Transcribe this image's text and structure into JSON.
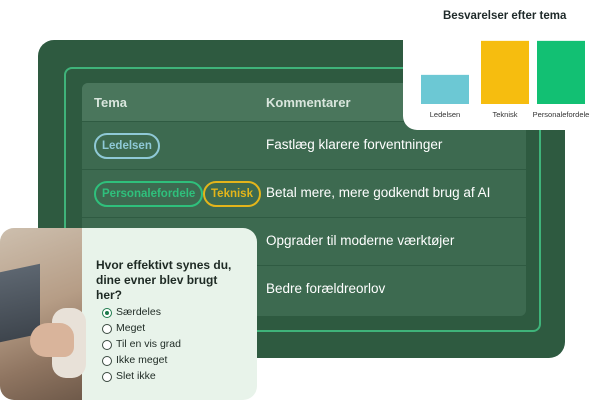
{
  "table": {
    "header_tema": "Tema",
    "header_kommentarer": "Kommentarer",
    "rows": [
      {
        "tags": [
          {
            "label": "Ledelsen",
            "color": "#8fc9d6"
          }
        ],
        "comment": "Fastlæg klarere forventninger"
      },
      {
        "tags": [
          {
            "label": "Personalefordele",
            "color": "#2fc07c"
          },
          {
            "label": "Teknisk",
            "color": "#e3b51b"
          }
        ],
        "comment": "Betal mere, mere godkendt brug af AI"
      },
      {
        "tags": [],
        "comment": "Opgrader til moderne værktøjer"
      },
      {
        "tags": [],
        "comment": "Bedre forældreorlov"
      }
    ]
  },
  "chart": {
    "title": "Besvarelser efter tema",
    "chart_data": {
      "type": "bar",
      "title": "Besvarelser efter tema",
      "categories": [
        "Ledelsen",
        "Teknisk",
        "Personalefordele"
      ],
      "values": [
        30,
        65,
        65
      ],
      "colors": [
        "#6cc8d4",
        "#f6bd0f",
        "#12c073"
      ],
      "ylim": [
        0,
        70
      ],
      "grid": false,
      "legend": "none"
    }
  },
  "survey": {
    "question": "Hvor effektivt synes du, dine evner blev brugt her?",
    "options": [
      {
        "label": "Særdeles",
        "selected": true
      },
      {
        "label": "Meget",
        "selected": false
      },
      {
        "label": "Til en vis grad",
        "selected": false
      },
      {
        "label": "Ikke meget",
        "selected": false
      },
      {
        "label": "Slet ikke",
        "selected": false
      }
    ]
  },
  "colors": {
    "panel": "#2e5a40",
    "accent_green": "#3fb37a",
    "survey_bg": "#e8f3ea"
  }
}
